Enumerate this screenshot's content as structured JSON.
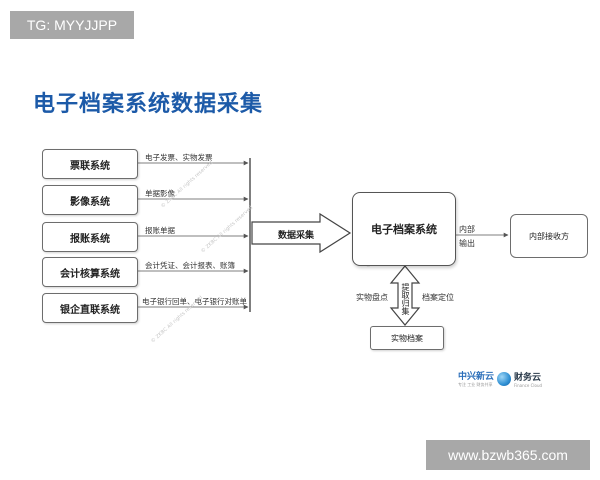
{
  "tag": "TG: MYYJJPP",
  "title": "电子档案系统数据采集",
  "systems": [
    {
      "label": "票联系统",
      "edge": "电子发票、实物发票"
    },
    {
      "label": "影像系统",
      "edge": "单据影像"
    },
    {
      "label": "报账系统",
      "edge": "报账单据"
    },
    {
      "label": "会计核算系统",
      "edge": "会计凭证、会计报表、账簿"
    },
    {
      "label": "银企直联系统",
      "edge": "电子银行回单、电子银行对账单"
    }
  ],
  "collect_label": "数据采集",
  "center": "电子档案系统",
  "output": {
    "line1": "内部",
    "line2": "输出",
    "target": "内部接收方"
  },
  "bottom": {
    "box": "实物档案",
    "left_label": "实物盘点",
    "right_label": "档案定位",
    "vertical_label": "提取归集"
  },
  "watermark": "© ZKBC All rights reserved",
  "logo": {
    "left_name": "中兴新云",
    "left_sub": "专注 工业 财务共享",
    "right_name": "财务云",
    "right_sub": "Finance Cloud"
  },
  "url": "www.bzwb365.com",
  "colors": {
    "title": "#1c5aa8",
    "logo_blue": "#2c6fba",
    "box_border": "#6d6d6d"
  }
}
